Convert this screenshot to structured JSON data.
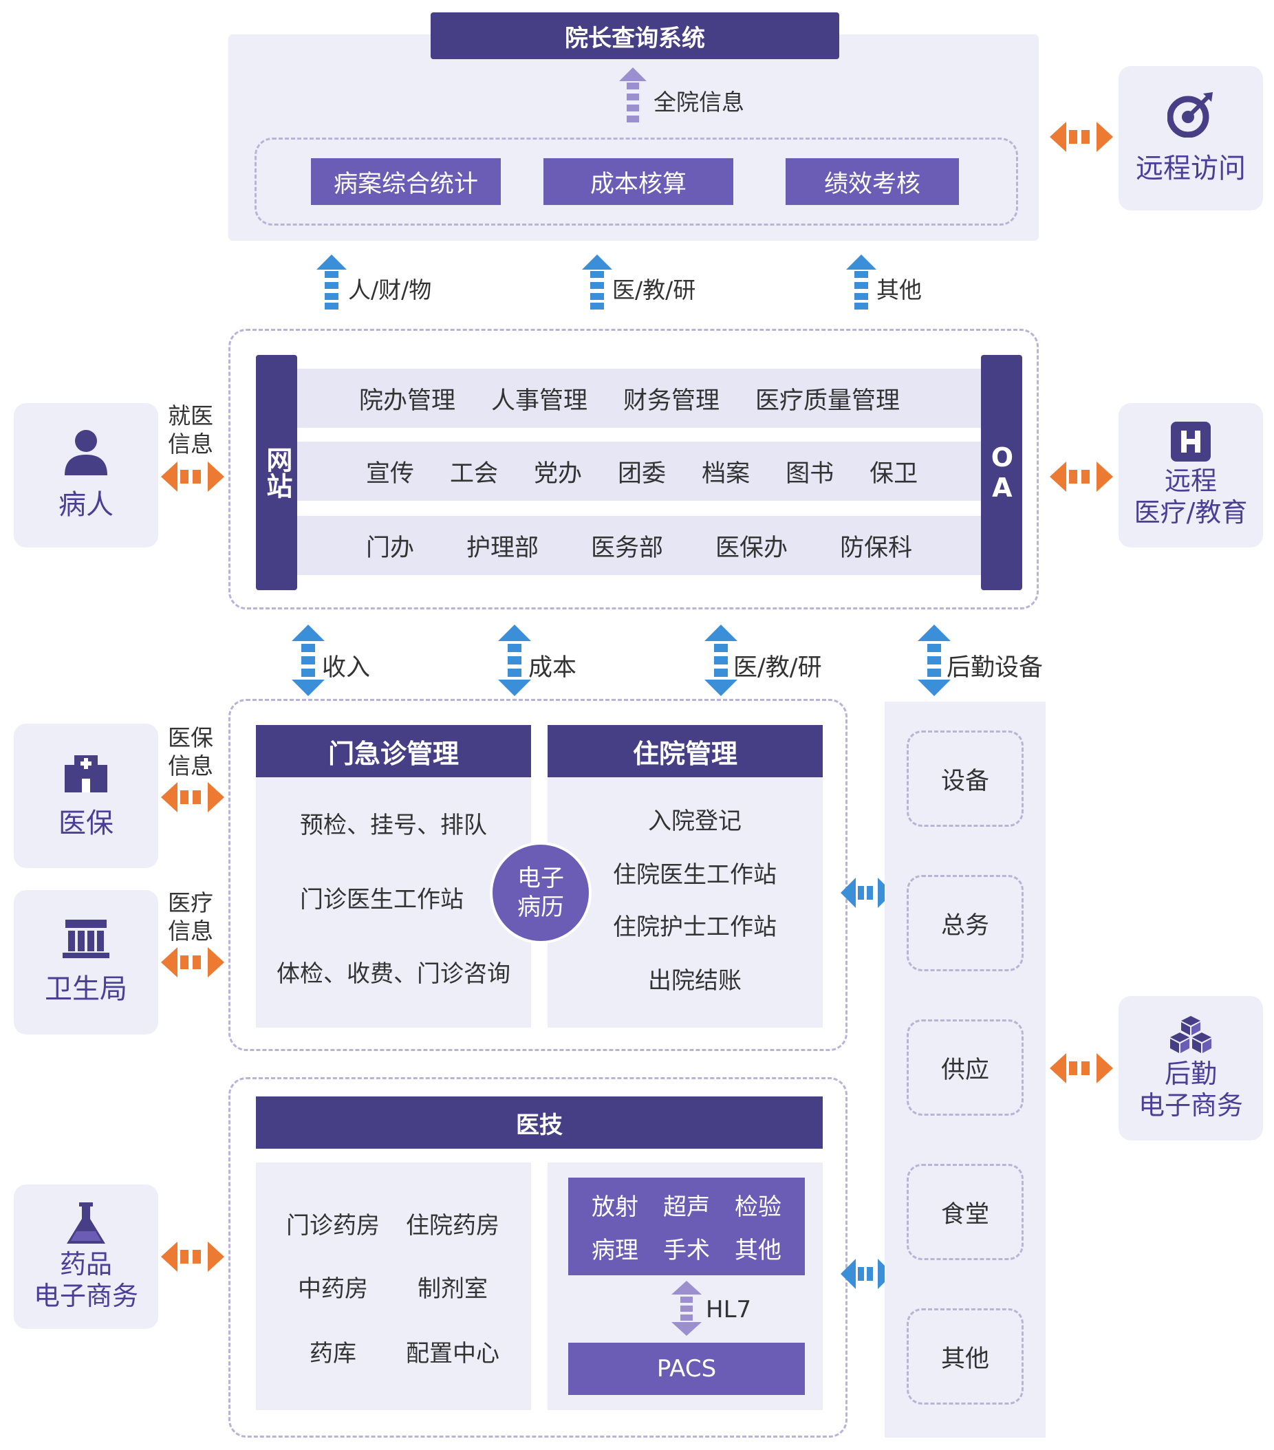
{
  "top": {
    "title": "院长查询系统",
    "all_info_label": "全院信息",
    "buttons": [
      "病案综合统计",
      "成本核算",
      "绩效考核"
    ]
  },
  "up_arrows": [
    "人/财/物",
    "医/教/研",
    "其他"
  ],
  "oa_block": {
    "left_bar": "网站",
    "right_bar": "OA",
    "rows": [
      [
        "院办管理",
        "人事管理",
        "财务管理",
        "医疗质量管理"
      ],
      [
        "宣传",
        "工会",
        "党办",
        "团委",
        "档案",
        "图书",
        "保卫"
      ],
      [
        "门办",
        "护理部",
        "医务部",
        "医保办",
        "防保科"
      ]
    ]
  },
  "bidir_arrows": [
    "收入",
    "成本",
    "医/教/研",
    "后勤设备"
  ],
  "left_cards": [
    {
      "icon": "person-icon",
      "label": "病人",
      "arrow_label": "就医\n信息"
    },
    {
      "icon": "hospital-building-icon",
      "label": "医保",
      "arrow_label": "医保\n信息"
    },
    {
      "icon": "government-building-icon",
      "label": "卫生局",
      "arrow_label": "医疗\n信息"
    },
    {
      "icon": "flask-icon",
      "label": "药品\n电子商务"
    }
  ],
  "right_cards": [
    {
      "icon": "target-icon",
      "label": "远程访问"
    },
    {
      "icon": "h-hospital-icon",
      "label": "远程\n医疗/教育"
    },
    {
      "icon": "boxes-icon",
      "label": "后勤\n电子商务"
    }
  ],
  "outpatient": {
    "title": "门急诊管理",
    "items": [
      "预检、挂号、排队",
      "门诊医生工作站",
      "体检、收费、门诊咨询"
    ]
  },
  "inpatient": {
    "title": "住院管理",
    "items": [
      "入院登记",
      "住院医生工作站",
      "住院护士工作站",
      "出院结账"
    ]
  },
  "emr": "电子\n病历",
  "medtech": {
    "title": "医技",
    "pharmacy": [
      [
        "门诊药房",
        "住院药房"
      ],
      [
        "中药房",
        "制剂室"
      ],
      [
        "药库",
        "配置中心"
      ]
    ],
    "exams": [
      [
        "放射",
        "超声",
        "检验"
      ],
      [
        "病理",
        "手术",
        "其他"
      ]
    ],
    "hl7": "HL7",
    "pacs": "PACS"
  },
  "logistics": [
    "设备",
    "总务",
    "供应",
    "食堂",
    "其他"
  ],
  "colors": {
    "dark_purple": "#463f86",
    "purple": "#6b5cb5",
    "panel": "#eeeef8",
    "blue_arrow": "#3a8fd8",
    "orange_arrow": "#ec7a33",
    "violet_arrow": "#9b8fd0"
  }
}
